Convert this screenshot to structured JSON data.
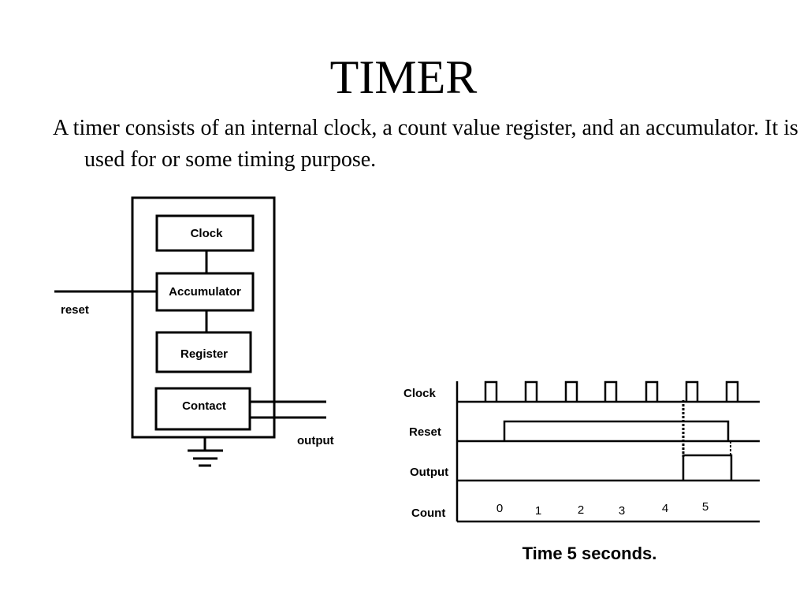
{
  "slide": {
    "title": "TIMER",
    "description": "A timer consists of an internal clock, a count value register, and an accumulator. It is used for or some timing purpose."
  },
  "block_diagram": {
    "blocks": [
      "Clock",
      "Accumulator",
      "Register",
      "Contact"
    ],
    "reset_label": "reset",
    "output_label": "output"
  },
  "timing_diagram": {
    "signals": [
      "Clock",
      "Reset",
      "Output",
      "Count"
    ],
    "count_values": [
      "0",
      "1",
      "2",
      "3",
      "4",
      "5"
    ],
    "caption": "Time 5 seconds."
  }
}
